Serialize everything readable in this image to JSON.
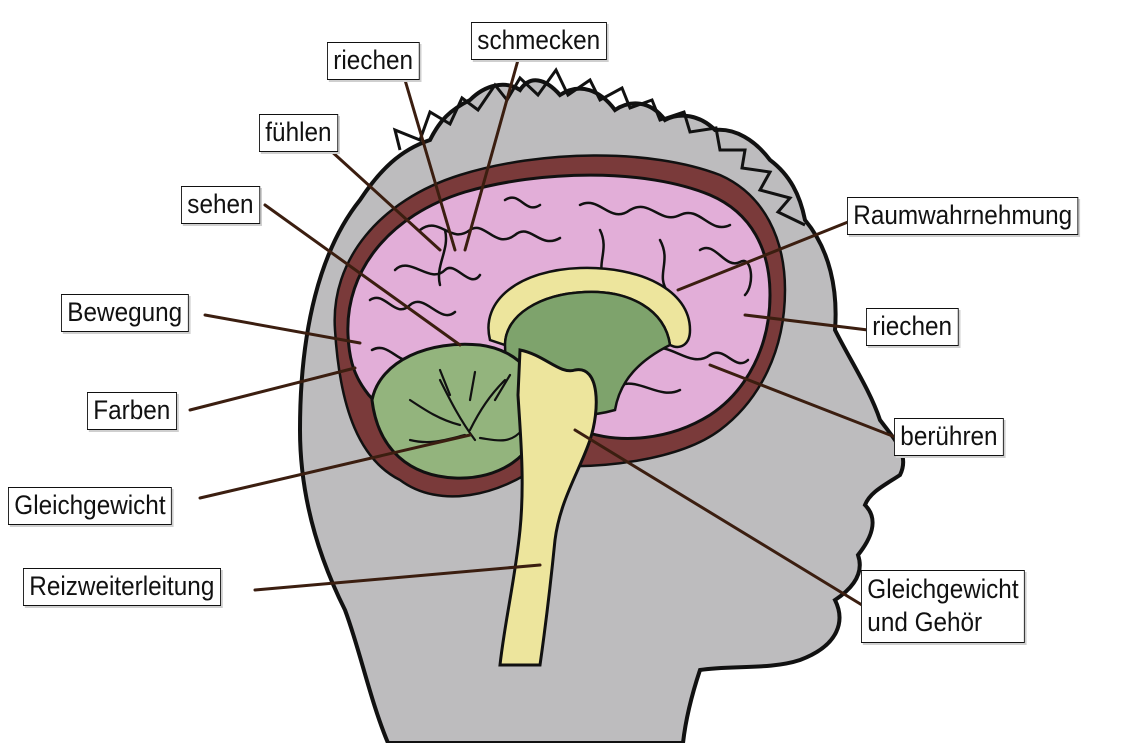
{
  "labels": {
    "riechen_top": "riechen",
    "schmecken": "schmecken",
    "fuehlen": "fühlen",
    "sehen": "sehen",
    "bewegung": "Bewegung",
    "farben": "Farben",
    "gleichgewicht": "Gleichgewicht",
    "reizweiterleitung": "Reizweiterleitung",
    "raumwahrnehmung": "Raumwahrnehmung",
    "riechen_right": "riechen",
    "beruehren": "berühren",
    "gleichgewicht_gehoer_line1": "Gleichgewicht",
    "gleichgewicht_gehoer_line2": "und Gehör"
  },
  "colors": {
    "head": "#bdbcbe",
    "head_outline": "#111111",
    "skull": "#7a3a3a",
    "cerebrum": "#e2aed8",
    "inner": "#7ea36c",
    "cerebellum": "#93b47d",
    "brainstem": "#ede59d",
    "leader_line": "#3b1e10"
  }
}
